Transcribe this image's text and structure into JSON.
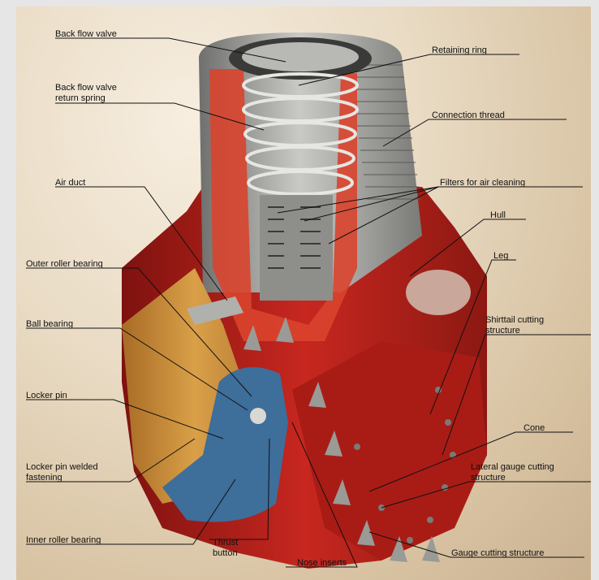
{
  "labels": {
    "back_flow_valve": "Back flow valve",
    "retaining_ring": "Retaining ring",
    "back_flow_valve_return_spring_l1": "Back flow valve",
    "back_flow_valve_return_spring_l2": "return spring",
    "connection_thread": "Connection thread",
    "air_duct": "Air duct",
    "filters_for_air_cleaning": "Filters for air cleaning",
    "hull": "Hull",
    "outer_roller_bearing": "Outer roller bearing",
    "leg": "Leg",
    "ball_bearing": "Ball bearing",
    "shirttail_cutting_structure_l1": "Shirttail cutting",
    "shirttail_cutting_structure_l2": "structure",
    "locker_pin": "Locker pin",
    "cone": "Cone",
    "locker_pin_welded_fastening_l1": "Locker pin welded",
    "locker_pin_welded_fastening_l2": "fastening",
    "lateral_gauge_cutting_structure_l1": "Lateral gauge cutting",
    "lateral_gauge_cutting_structure_l2": "structure",
    "inner_roller_bearing": "Inner roller bearing",
    "thrust_button_l1": "Thrust",
    "thrust_button_l2": "button",
    "gauge_cutting_structure": "Gauge cutting structure",
    "nose_inserts": "Nose inserts"
  },
  "colors": {
    "body_red": "#b3201c",
    "steel": "#9a9a98",
    "bearing_wood": "#c98a3a",
    "bearing_blue": "#3e6e9a",
    "background": "#e9dbc4"
  }
}
